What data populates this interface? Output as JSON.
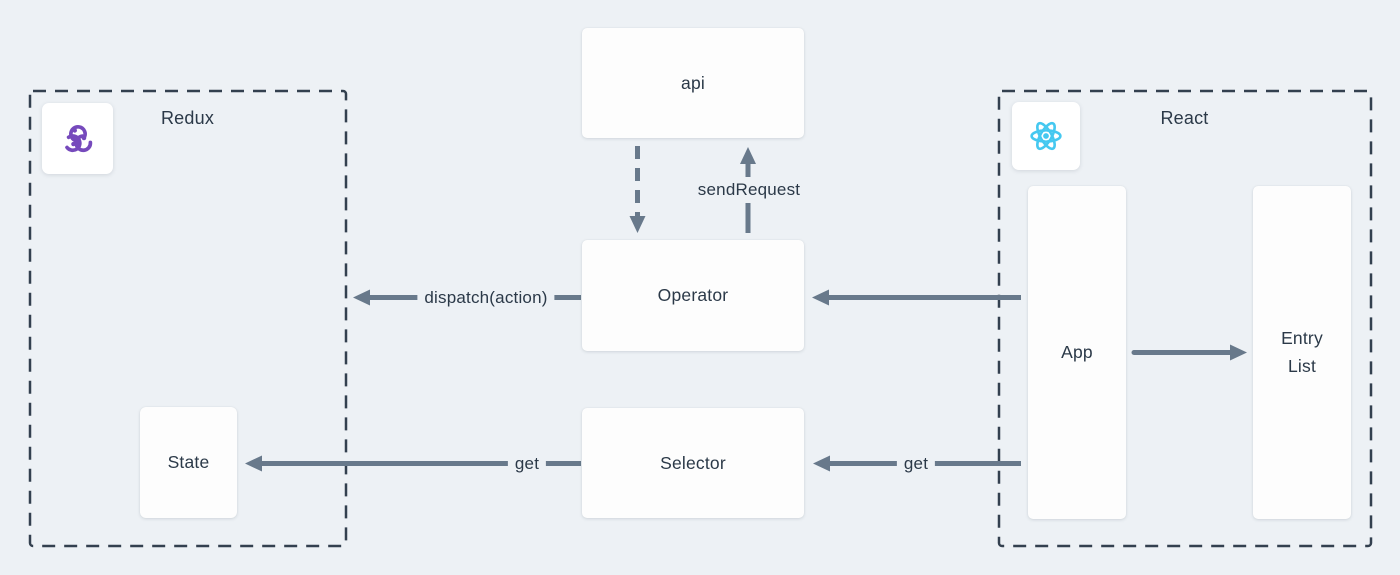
{
  "groups": {
    "redux": {
      "label": "Redux"
    },
    "react": {
      "label": "React"
    }
  },
  "nodes": {
    "api": {
      "label": "api"
    },
    "operator": {
      "label": "Operator"
    },
    "selector": {
      "label": "Selector"
    },
    "state": {
      "label": "State"
    },
    "app": {
      "label": "App"
    },
    "entry_list": {
      "label": "Entry List"
    }
  },
  "edges": {
    "send_request": {
      "label": "sendRequest"
    },
    "dispatch": {
      "label": "dispatch(action)"
    },
    "get_state": {
      "label": "get"
    },
    "get_app": {
      "label": "get"
    }
  },
  "icons": {
    "redux": "redux-logo",
    "react": "react-logo"
  },
  "colors": {
    "background": "#edf1f5",
    "node_bg": "#fdfdfd",
    "text": "#2b3948",
    "arrow": "#68798b",
    "border": "#33404f",
    "redux_purple": "#764abc",
    "react_blue": "#45c8f0"
  }
}
